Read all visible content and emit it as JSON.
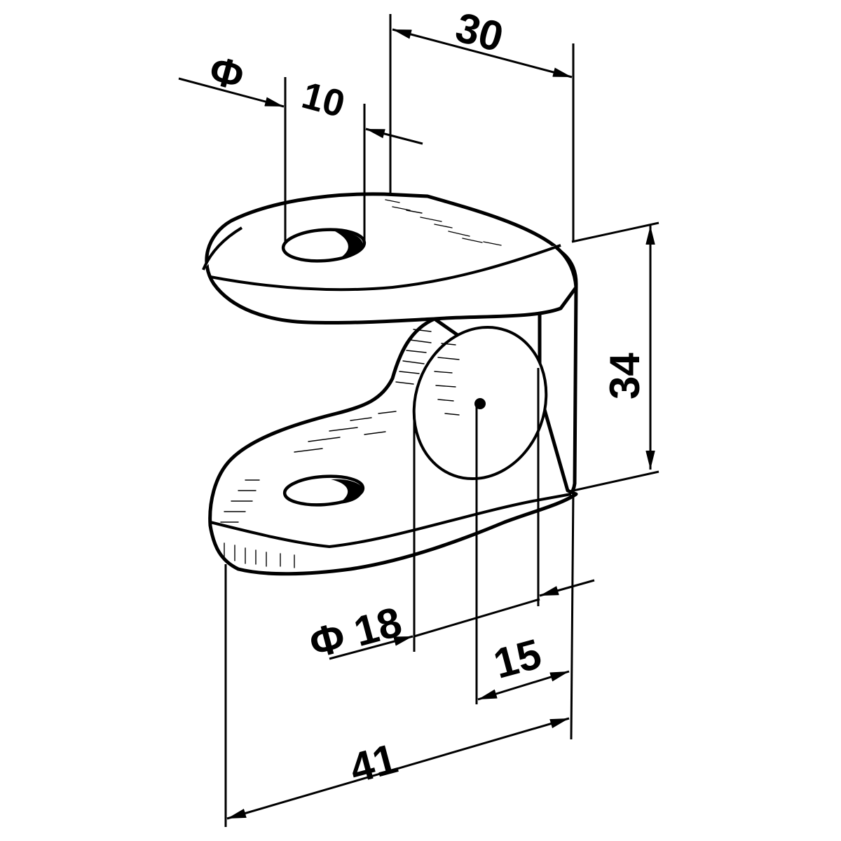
{
  "diagram": {
    "dimensions": {
      "top_hole_symbol": "Φ",
      "top_hole_value": "10",
      "width_top": "30",
      "height": "34",
      "round_hole_label": "Φ 18",
      "offset": "15",
      "overall_length": "41"
    }
  }
}
